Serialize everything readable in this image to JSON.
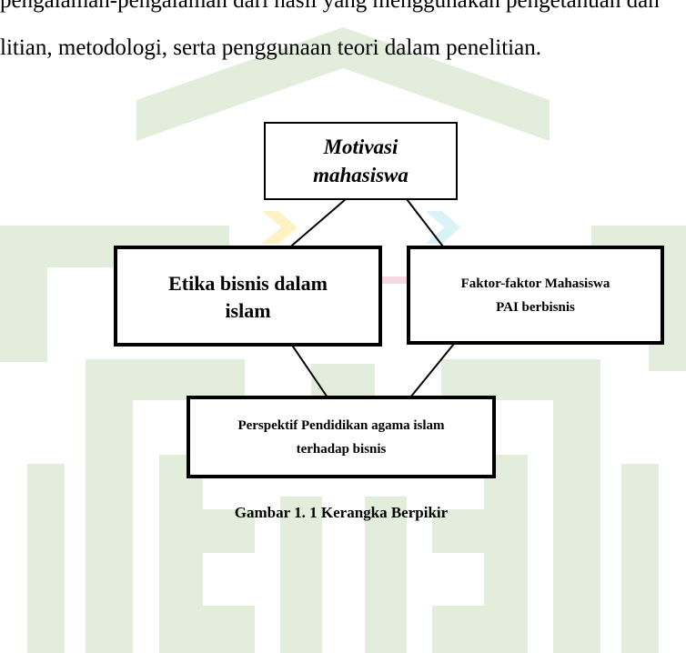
{
  "top_text": {
    "line_1": "pengalaman-pengalaman dari hasil yang menggunakan pengetahuan dan",
    "line_2": "litian, metodologi, serta penggunaan teori dalam penelitian."
  },
  "diagram": {
    "motivasi": {
      "line_1": "Motivasi",
      "line_2": "mahasiswa"
    },
    "etika": {
      "line_1": "Etika  bisnis dalam",
      "line_2": "islam"
    },
    "faktor": {
      "line_1": "Faktor-faktor Mahasiswa",
      "line_2": "PAI berbisnis"
    },
    "perspektif": {
      "line_1": "Perspektif Pendidikan agama islam",
      "line_2": "terhadap bisnis"
    },
    "caption": "Gambar 1. 1 Kerangka Berpikir"
  },
  "colors": {
    "watermark_green": "#e3eddc",
    "watermark_gold": "#fff1bf",
    "watermark_cyan": "#d8f2f6",
    "watermark_pink": "#f6d6df",
    "text": "#000000",
    "background": "#ffffff"
  }
}
